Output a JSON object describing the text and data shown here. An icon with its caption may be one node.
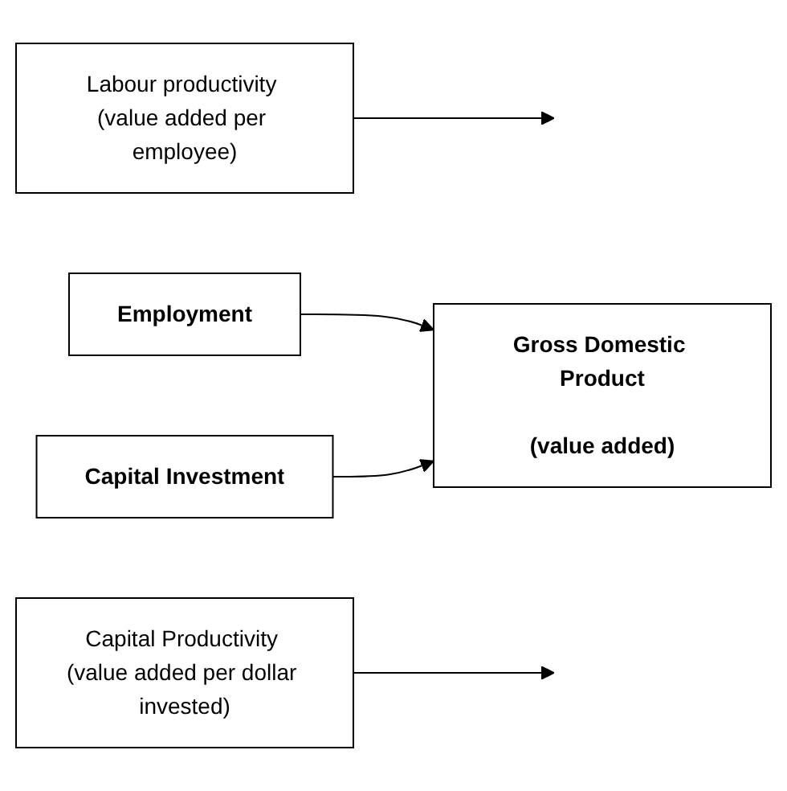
{
  "diagram": {
    "nodes": [
      {
        "text": [
          "Labour productivity (value added per employee)"
        ]
      },
      {
        "text": [
          "Employment"
        ]
      },
      {
        "text": [
          "Gross Domestic Product",
          "(value added)"
        ]
      },
      {
        "text": [
          "Capital Investment"
        ]
      },
      {
        "text": [
          "Capital Productivity (value added per dollar invested)"
        ]
      }
    ],
    "edges": [
      {
        "from": 1,
        "to": 2,
        "arrow": "to"
      },
      {
        "from": 0,
        "to": null,
        "arrow": "to"
      },
      {
        "from": 3,
        "to": 2,
        "arrow": "to"
      },
      {
        "from": 4,
        "to": null,
        "arrow": "to"
      }
    ]
  }
}
